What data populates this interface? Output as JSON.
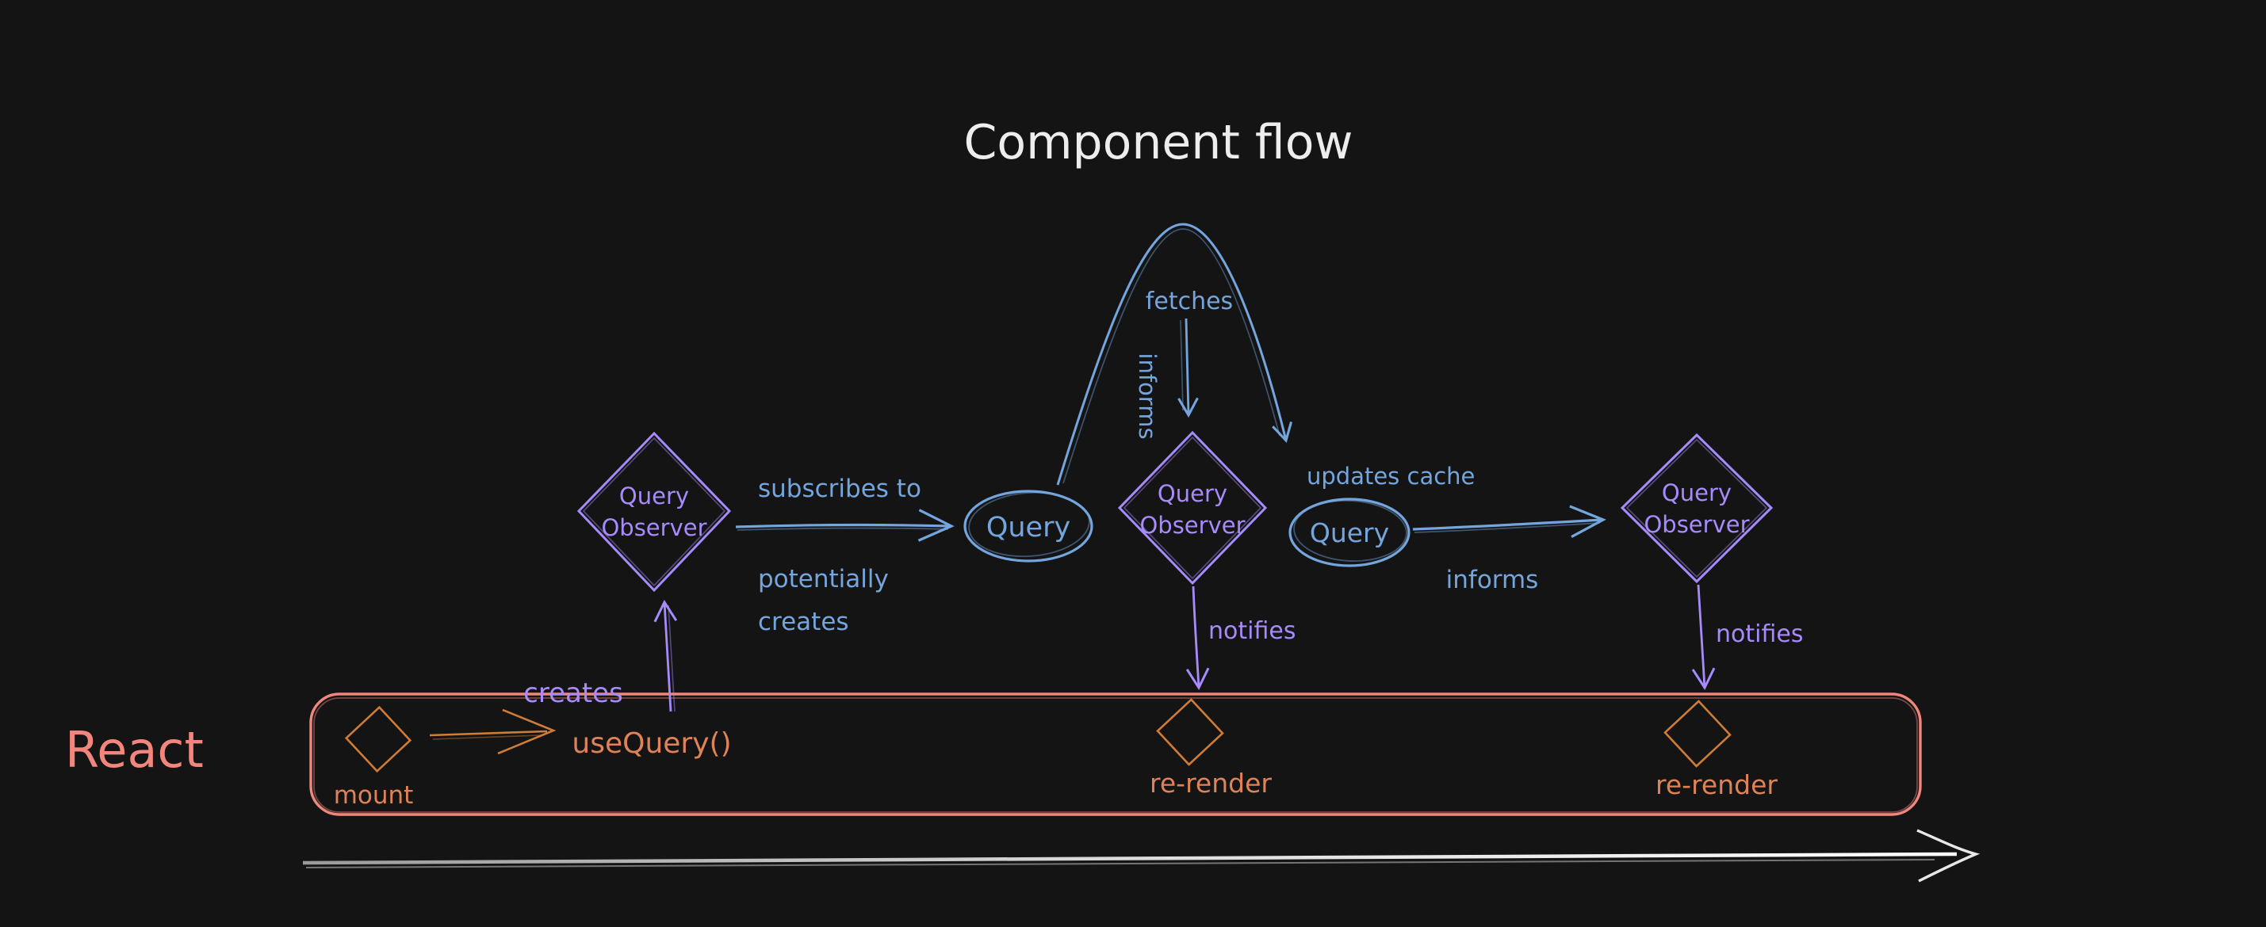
{
  "title": "Component flow",
  "colors": {
    "background": "#141414",
    "title_text": "#ededed",
    "purple": "#a78bfa",
    "blue": "#74a5dd",
    "salmon": "#f2867c",
    "orange_text": "#e08257",
    "orange_shape": "#cf7c36",
    "timeline": "#e8e8e8"
  },
  "nodes": {
    "query_observer_1": {
      "line1": "Query",
      "line2": "Observer"
    },
    "query_observer_2": {
      "line1": "Query",
      "line2": "Observer"
    },
    "query_observer_3": {
      "line1": "Query",
      "line2": "Observer"
    },
    "query_1": "Query",
    "query_2": "Query",
    "react": "React",
    "mount": "mount",
    "use_query": "useQuery()",
    "re_render_1": "re-render",
    "re_render_2": "re-render"
  },
  "labels": {
    "creates": "creates",
    "subscribes_to": "subscribes to",
    "potentially": "potentially",
    "potentially_creates": "creates",
    "fetches": "fetches",
    "informs_down": "informs",
    "updates_cache": "updates cache",
    "informs_right": "informs",
    "notifies_1": "notifies",
    "notifies_2": "notifies"
  }
}
